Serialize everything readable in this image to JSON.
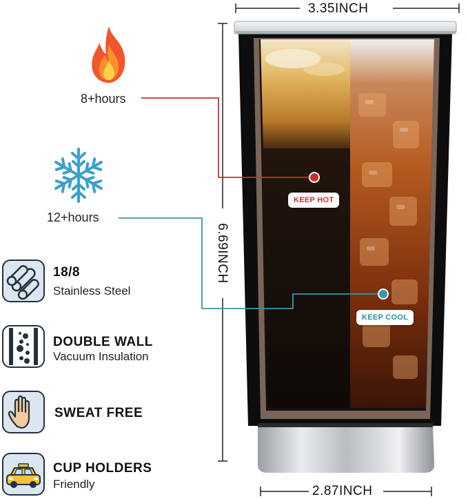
{
  "dimensions": {
    "top_width": "3.35INCH",
    "height": "6.69INCH",
    "bottom_width": "2.87INCH"
  },
  "hot": {
    "hours": "8+hours",
    "badge": "KEEP HOT",
    "icon": "fire-icon",
    "line_color": "#c8302b"
  },
  "cold": {
    "hours": "12+hours",
    "badge": "KEEP COOL",
    "icon": "snowflake-icon",
    "line_color": "#3a97ab"
  },
  "features": [
    {
      "icon": "steel-tubes-icon",
      "title": "18/8",
      "subtitle": "Stainless Steel"
    },
    {
      "icon": "double-wall-icon",
      "title": "DOUBLE WALL",
      "subtitle": "Vacuum Insulation"
    },
    {
      "icon": "hand-icon",
      "title": "SWEAT FREE",
      "subtitle": ""
    },
    {
      "icon": "car-icon",
      "title": "CUP HOLDERS",
      "subtitle": "Friendly"
    }
  ]
}
